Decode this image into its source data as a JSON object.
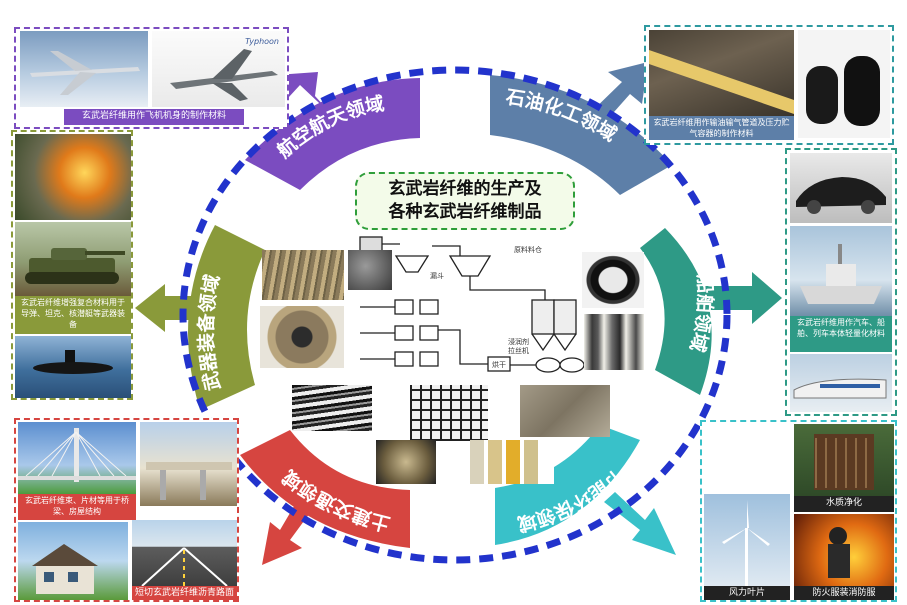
{
  "center": {
    "line1": "玄武岩纤维的生产及",
    "line2": "各种玄武岩纤维制品"
  },
  "segments": {
    "aerospace": "航空航天领域",
    "petrochemical": "石油化工领域",
    "automotive": "汽车船舶领域",
    "environment": "节能环保领域",
    "civil": "土建交通领域",
    "weapons": "武器装备领域"
  },
  "captions": {
    "aerospace": "玄武岩纤维用作飞机机身的制作材料",
    "petrochemical": "玄武岩纤维用作输油输气管道及压力贮气容器的制作材料",
    "automotive": "玄武岩纤维用作汽车、船舶、列车本体轻量化材料",
    "weapons": "玄武岩纤维增强复合材料用于导弹、坦克、核潜艇等武器装备",
    "civil_1": "玄武岩纤维束、片材等用于桥梁、房屋结构",
    "civil_2": "短切玄武岩纤维沥青路面",
    "water": "水质净化",
    "wind": "风力叶片",
    "fire": "防火服装消防服"
  },
  "logo": {
    "brand": "Typhoon"
  },
  "flow": {
    "label1": "原料料仓",
    "label2": "漏斗",
    "label3": "浸润剂",
    "label4": "拉丝机",
    "label5": "烘干"
  },
  "colors": {
    "aerospace": "#7b4cc0",
    "petrochemical": "#5d7fa8",
    "automotive": "#2e9a86",
    "environment": "#39c1c9",
    "civil": "#d64540",
    "weapons": "#8a9a3a",
    "ring": "#2233cc"
  }
}
